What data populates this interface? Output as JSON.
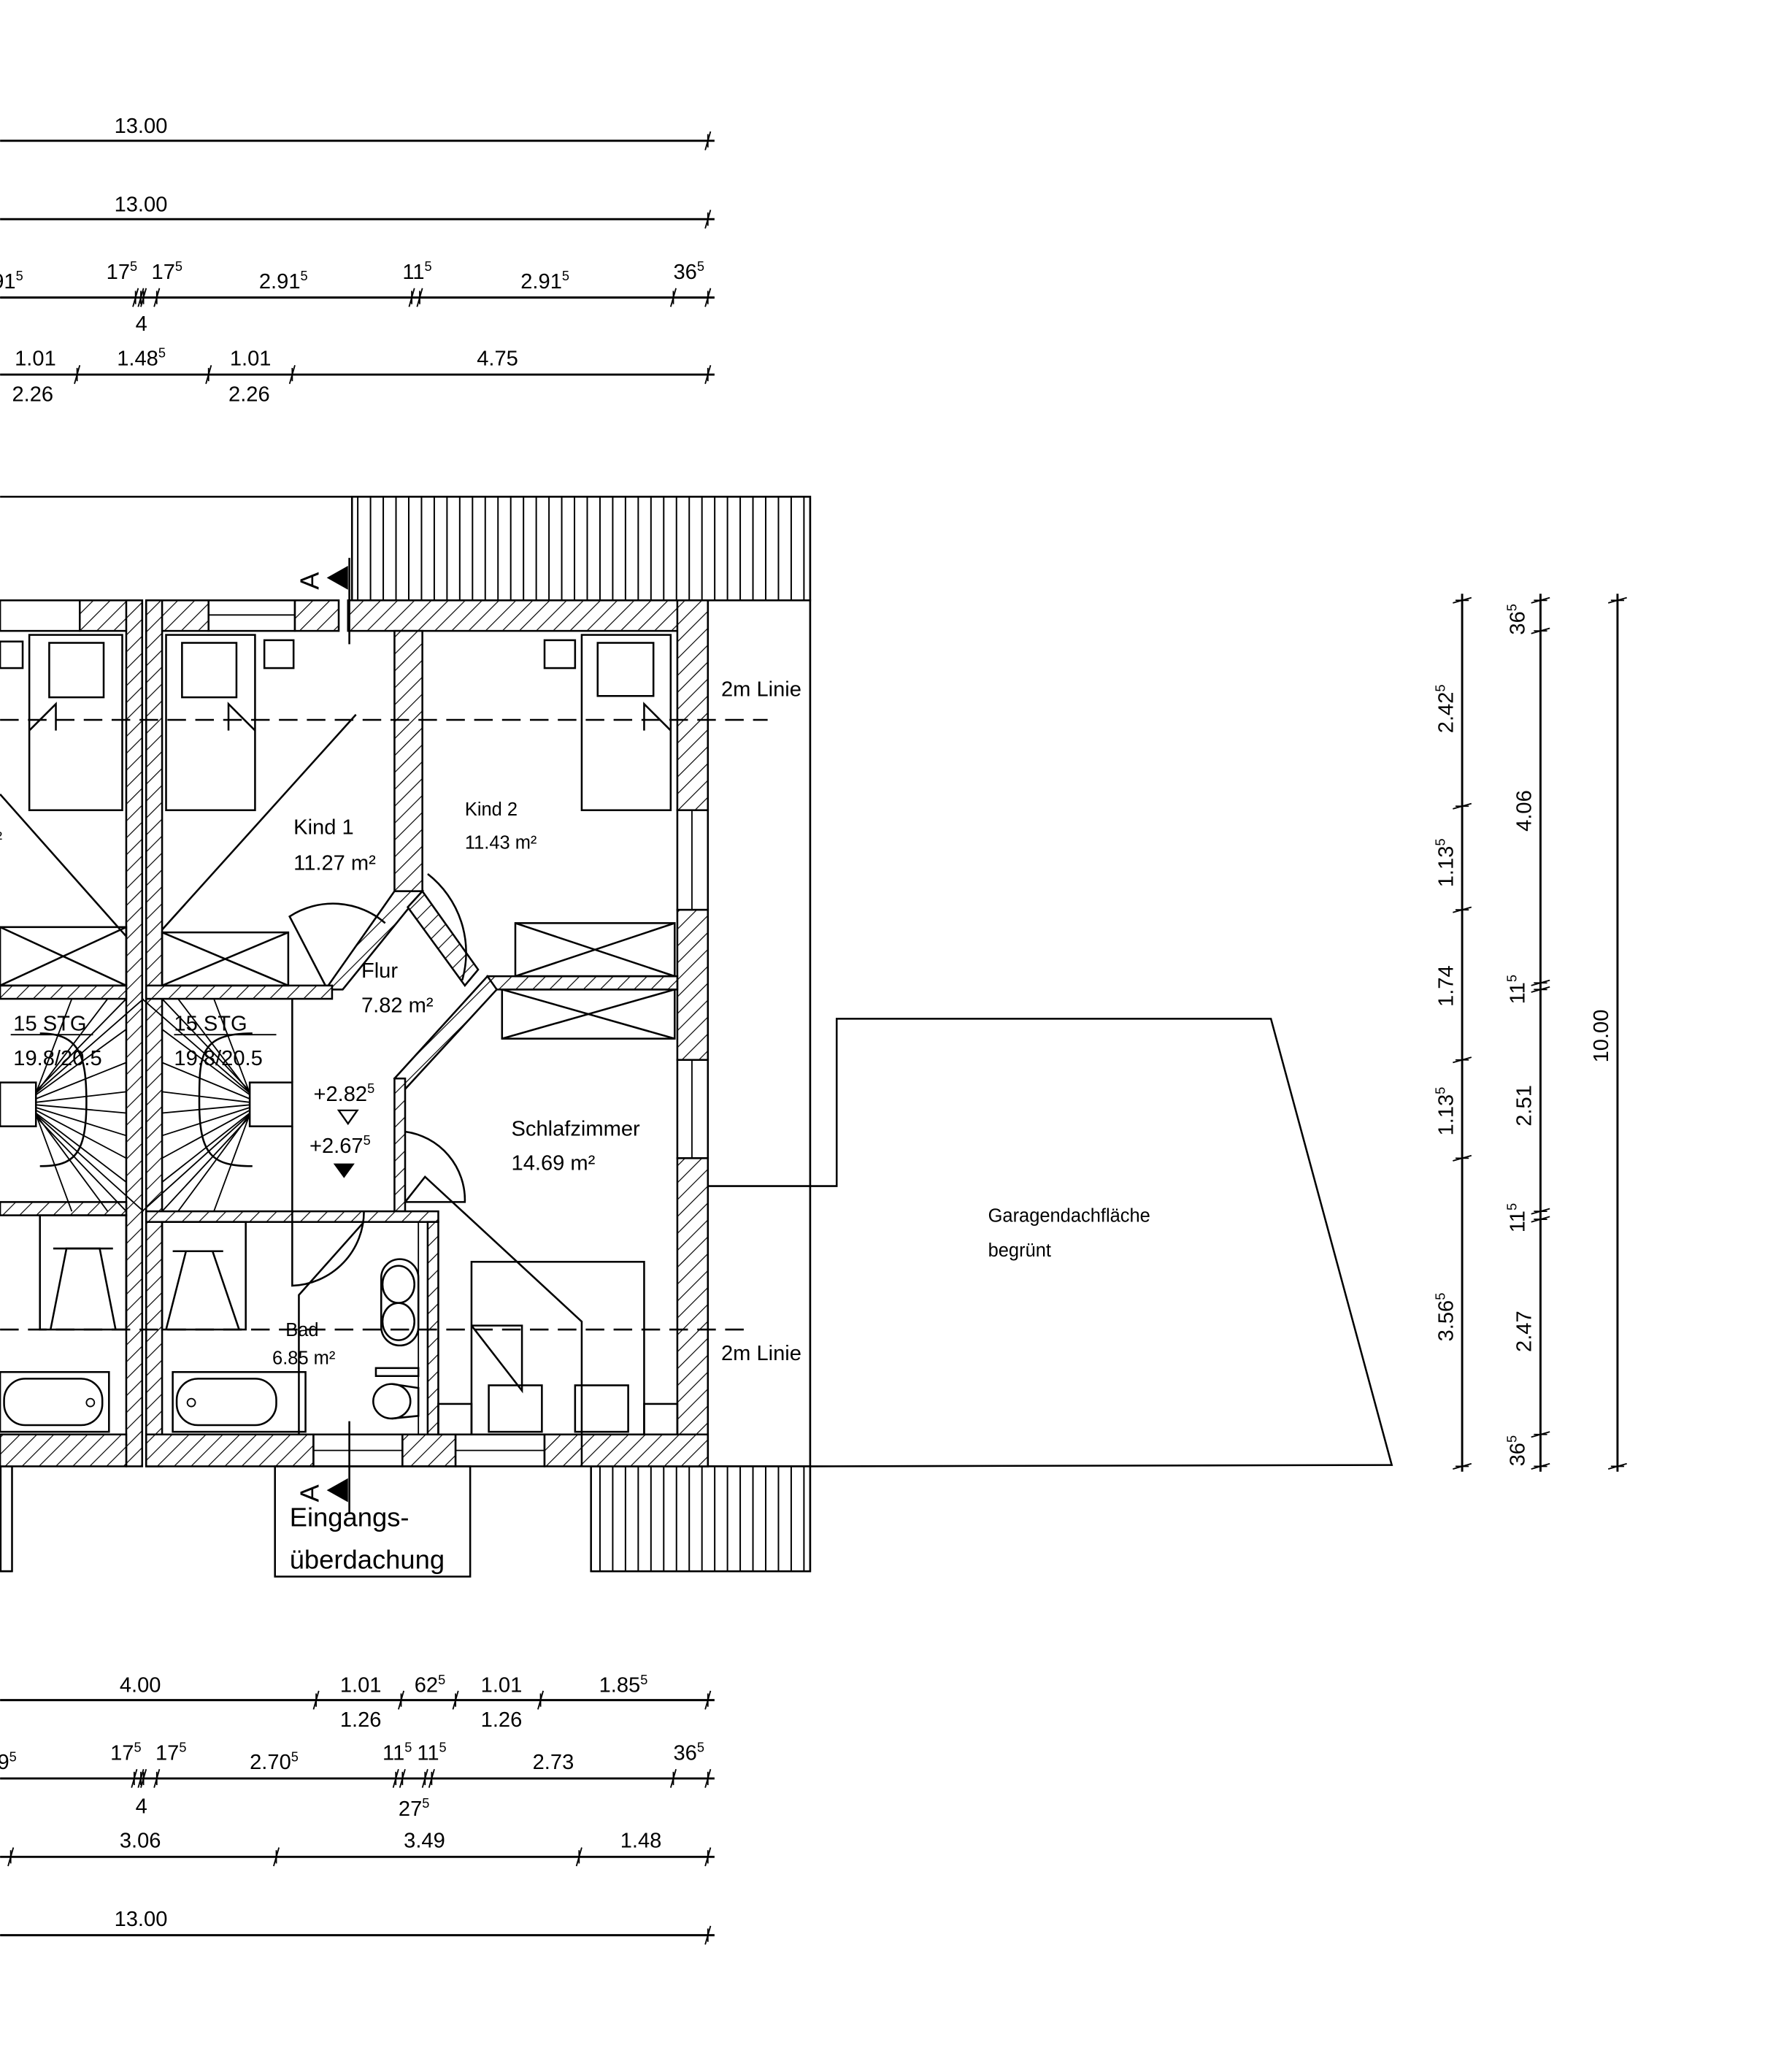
{
  "dimensions": {
    "top": {
      "row1": [
        {
          "v": "13.00",
          "s": ""
        }
      ],
      "row2": [
        {
          "v": "13.00",
          "s": ""
        }
      ],
      "row3": [
        {
          "v": "91",
          "s": "5"
        },
        {
          "v": "17",
          "s": "5"
        },
        {
          "v": "17",
          "s": "5"
        },
        {
          "v": "4",
          "s": ""
        },
        {
          "v": "2.91",
          "s": "5"
        },
        {
          "v": "11",
          "s": "5"
        },
        {
          "v": "2.91",
          "s": "5"
        },
        {
          "v": "36",
          "s": "5"
        }
      ],
      "row4": [
        {
          "v": "1.01",
          "s": ""
        },
        {
          "v": "1.48",
          "s": "5"
        },
        {
          "v": "1.01",
          "s": ""
        },
        {
          "v": "4.75",
          "s": ""
        },
        {
          "v": "2.26",
          "s": ""
        },
        {
          "v": "2.26",
          "s": ""
        }
      ]
    },
    "bottom": {
      "row1": [
        {
          "v": "4.00",
          "s": ""
        },
        {
          "v": "1.01",
          "s": ""
        },
        {
          "v": "62",
          "s": "5"
        },
        {
          "v": "1.01",
          "s": ""
        },
        {
          "v": "1.85",
          "s": "5"
        },
        {
          "v": "1.26",
          "s": ""
        },
        {
          "v": "1.26",
          "s": ""
        }
      ],
      "row2": [
        {
          "v": "9",
          "s": "5"
        },
        {
          "v": "17",
          "s": "5"
        },
        {
          "v": "17",
          "s": "5"
        },
        {
          "v": "4",
          "s": ""
        },
        {
          "v": "2.70",
          "s": "5"
        },
        {
          "v": "11",
          "s": "5"
        },
        {
          "v": "11",
          "s": "5"
        },
        {
          "v": "27",
          "s": "5"
        },
        {
          "v": "2.73",
          "s": ""
        },
        {
          "v": "36",
          "s": "5"
        }
      ],
      "row3": [
        {
          "v": "3.06",
          "s": ""
        },
        {
          "v": "3.49",
          "s": ""
        },
        {
          "v": "1.48",
          "s": ""
        }
      ],
      "row4": [
        {
          "v": "13.00",
          "s": ""
        }
      ]
    },
    "right": {
      "col1": [
        {
          "v": "2.42",
          "s": "5"
        },
        {
          "v": "1.13",
          "s": "5"
        },
        {
          "v": "1.74",
          "s": ""
        },
        {
          "v": "1.13",
          "s": "5"
        },
        {
          "v": "3.56",
          "s": "5"
        }
      ],
      "col2": [
        {
          "v": "36",
          "s": "5"
        },
        {
          "v": "4.06",
          "s": ""
        },
        {
          "v": "11",
          "s": "5"
        },
        {
          "v": "2.51",
          "s": ""
        },
        {
          "v": "11",
          "s": "5"
        },
        {
          "v": "2.47",
          "s": ""
        },
        {
          "v": "36",
          "s": "5"
        }
      ],
      "col3": [
        {
          "v": "10.00",
          "s": ""
        }
      ]
    }
  },
  "rooms": {
    "left_partial_area": "²",
    "kind1": {
      "name": "Kind 1",
      "area": "11.27 m²"
    },
    "kind2": {
      "name": "Kind 2",
      "area": "11.43 m²"
    },
    "flur": {
      "name": "Flur",
      "area": "7.82 m²"
    },
    "schlafzimmer": {
      "name": "Schlafzimmer",
      "area": "14.69 m²"
    },
    "bad": {
      "name": "Bad",
      "area": "6.85 m²"
    }
  },
  "stairs": [
    {
      "steps": "15 STG",
      "ratio": "19.8/20.5"
    },
    {
      "steps": "15 STG",
      "ratio": "19.8/20.5"
    }
  ],
  "levels": [
    {
      "v": "+2.82",
      "s": "5"
    },
    {
      "v": "+2.67",
      "s": "5"
    }
  ],
  "annotations": {
    "line_2m_top": "2m Linie",
    "line_2m_bottom": "2m Linie",
    "section_top": "A",
    "section_bottom": "A",
    "entrance_1": "Eingangs-",
    "entrance_2": "überdachung",
    "garage_1": "Garagendachfläche",
    "garage_2": "begrünt"
  }
}
